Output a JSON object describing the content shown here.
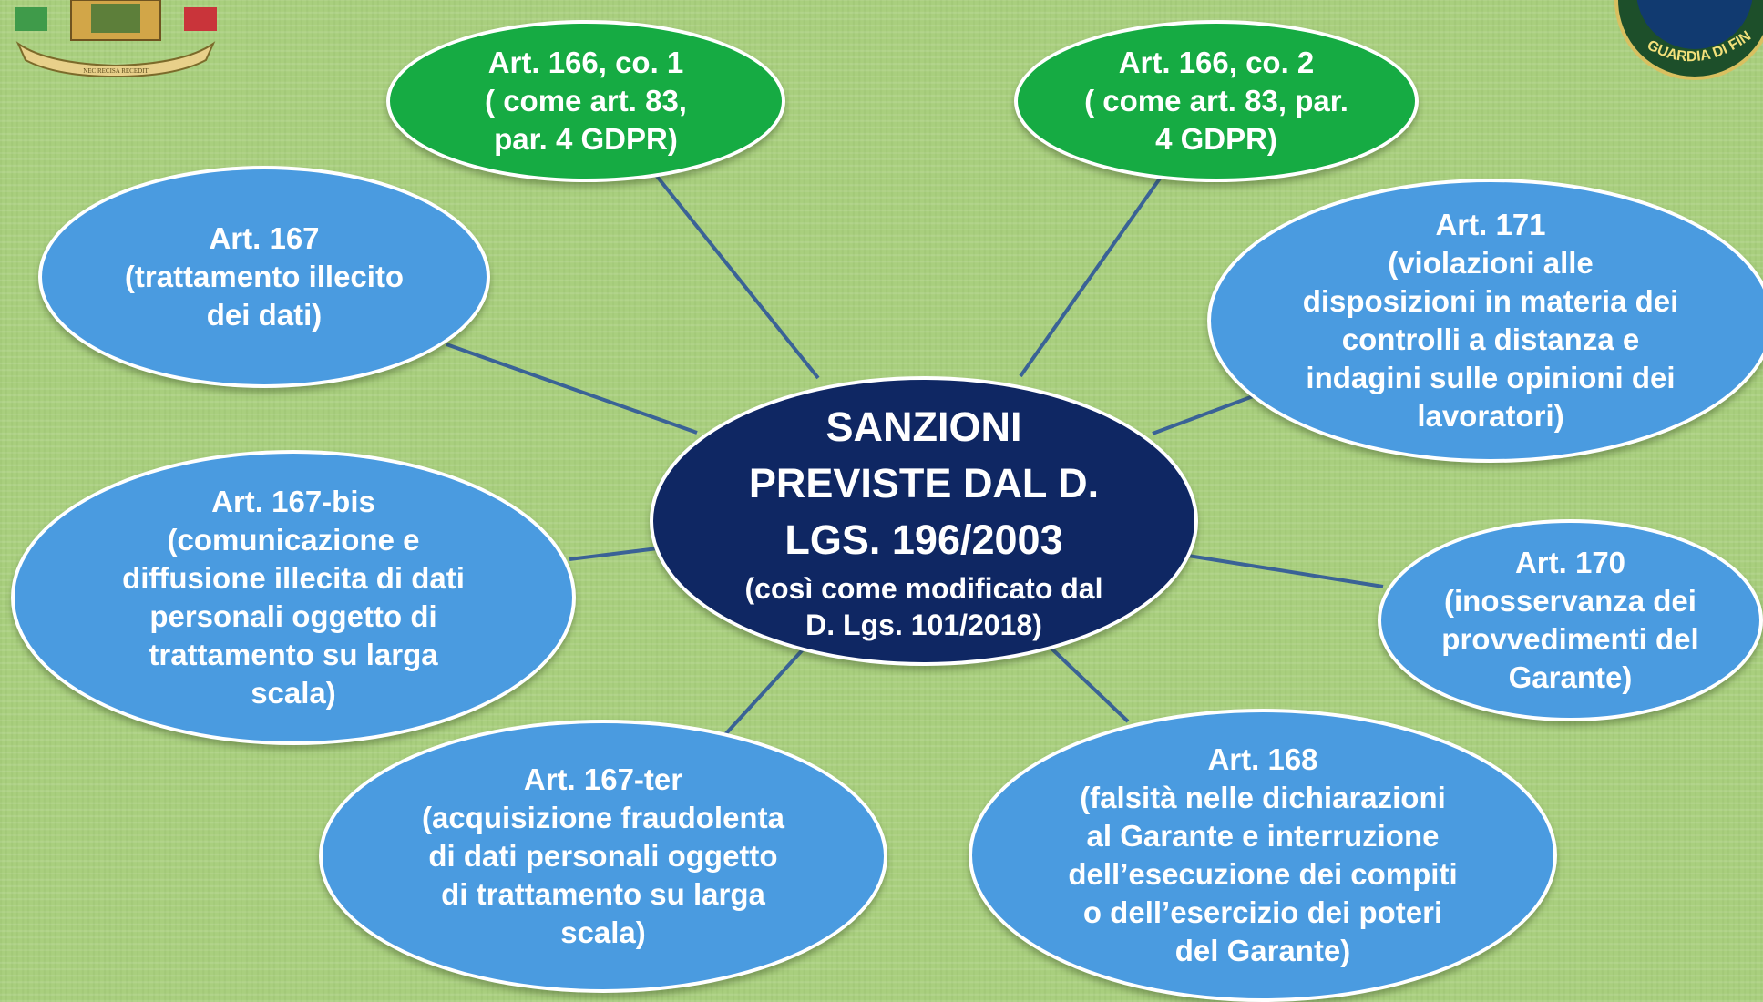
{
  "colors": {
    "background": "#a9cf7e",
    "connector": "#3a6296",
    "center_fill": "#0f2763",
    "blue_fill": "#4a9be0",
    "green_fill": "#16ab43",
    "text": "#ffffff"
  },
  "center": {
    "title": "SANZIONI\nPREVISTE DAL D.\nLGS. 196/2003",
    "subtitle": "(così come modificato dal\nD. Lgs. 101/2018)"
  },
  "nodes": {
    "art166_1": {
      "title": "Art. 166, co. 1\n( come art. 83,\npar. 4 GDPR)"
    },
    "art166_2": {
      "title": "Art. 166, co. 2\n( come art. 83, par.\n4 GDPR)"
    },
    "art167": {
      "title": "Art. 167",
      "desc": "(trattamento illecito\ndei dati)"
    },
    "art171": {
      "title": "Art. 171",
      "desc": "(violazioni alle\ndisposizioni in materia dei\ncontrolli a distanza e\nindagini sulle opinioni dei\nlavoratori)"
    },
    "art167bis": {
      "title": "Art. 167-bis",
      "desc": "(comunicazione e\ndiffusione illecita di dati\npersonali oggetto di\ntrattamento su larga\nscala)"
    },
    "art170": {
      "title": "Art. 170",
      "desc": "(inosservanza dei\nprovvedimenti del\nGarante)"
    },
    "art167ter": {
      "title": "Art. 167-ter",
      "desc": "(acquisizione fraudolenta\ndi dati personali oggetto\ndi trattamento su larga\nscala)"
    },
    "art168": {
      "title": "Art. 168",
      "desc": "(falsità nelle dichiarazioni\nal Garante e interruzione\ndell’esecuzione dei compiti\no dell’esercizio dei poteri\ndel Garante)"
    }
  },
  "logos": {
    "left": {
      "motto": "NEC RECISA RECEDIT"
    },
    "right": {
      "text": "GUARDIA DI FINANZA"
    }
  }
}
